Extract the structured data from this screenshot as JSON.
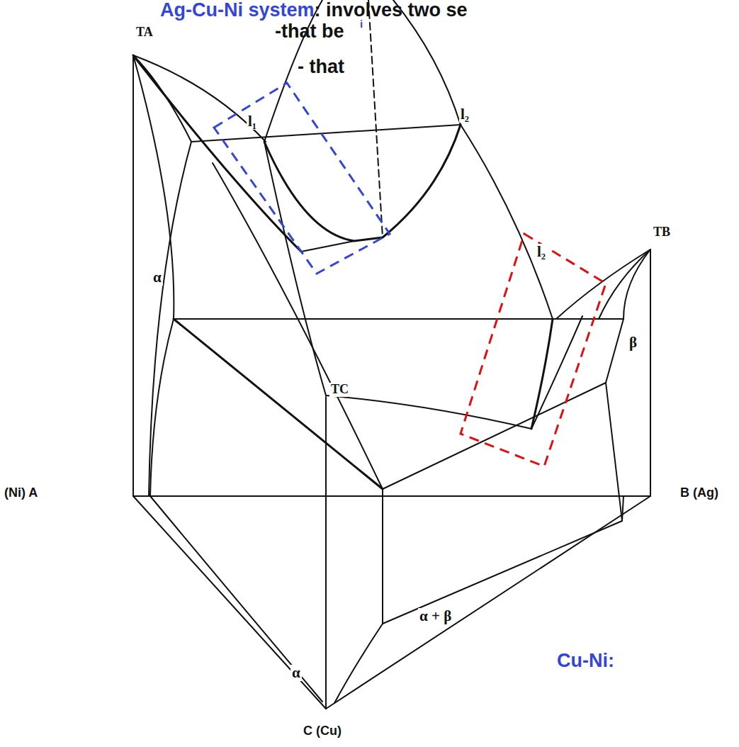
{
  "diagram": {
    "labels": [
      "Ag-Cu-Ni system",
      ": involves two se",
      "-that be",
      "i",
      "- that",
      "TA",
      "l₁",
      "l₂",
      "α",
      "l₂",
      "TB",
      "β",
      "TC",
      "(Ni) A",
      "B (Ag)",
      "α + β",
      "α",
      "C (Cu)",
      "Cu-Ni:"
    ]
  }
}
